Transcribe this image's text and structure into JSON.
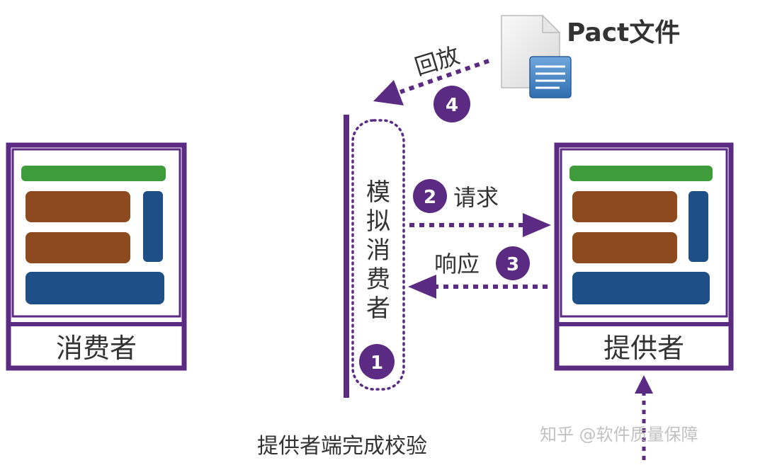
{
  "consumer": {
    "label": "消费者"
  },
  "provider": {
    "label": "提供者"
  },
  "mock_consumer": {
    "label": "模\n拟\n消\n费\n者",
    "chars": [
      "模",
      "拟",
      "消",
      "费",
      "者"
    ]
  },
  "steps": {
    "step1": "1",
    "step2": "2",
    "step3": "3",
    "step4": "4"
  },
  "arrows": {
    "request": "请求",
    "response": "响应",
    "replay": "回放"
  },
  "pact_file": {
    "label": "Pact文件"
  },
  "caption": "提供者端完成校验",
  "watermark": "知乎 @软件质量保障",
  "colors": {
    "purple": "#5b2a82",
    "green": "#3f9c3a",
    "brown": "#8c4a1e",
    "blue": "#1e4f86",
    "text": "#333333",
    "bg": "#ffffff"
  }
}
